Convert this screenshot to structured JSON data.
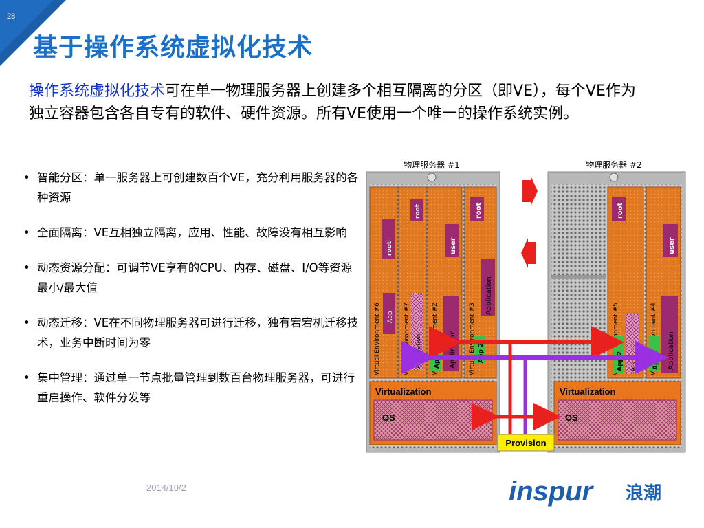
{
  "slide": {
    "page_number": "28",
    "title": "基于操作系统虚拟化技术",
    "intro_highlight": "操作系统虚拟化技术",
    "intro_rest": "可在单一物理服务器上创建多个相互隔离的分区（即VE），每个VE作为独立容器包含各自专有的软件、硬件资源。所有VE使用一个唯一的操作系统实例。",
    "bullet_symbol": "•",
    "bullets": [
      "智能分区：单一服务器上可创建数百个VE，充分利用服务器的各种资源",
      "全面隔离：VE互相独立隔离，应用、性能、故障没有相互影响",
      "动态资源分配：可调节VE享有的CPU、内存、磁盘、I/O等资源最小/最大值",
      "动态迁移：VE在不同物理服务器可进行迁移，独有宕宕机迁移技术，业务中断时间为零",
      "集中管理：通过单一节点批量管理到数百台物理服务器，可进行重启操作、软件分发等"
    ],
    "date": "2014/10/2"
  },
  "logo": {
    "latin": "inspur",
    "chinese": "浪潮",
    "color": "#1b5fae"
  },
  "diagram": {
    "server1_label": "物理服务器 #1",
    "server2_label": "物理服务器 #2",
    "virtualization_label": "Virtualization",
    "os_label": "OS",
    "provision_label": "Provision",
    "ve_labels": {
      "ve6": "Virtual Environment #6",
      "ve7": "Virtual Environment #7",
      "ve2": "Virtual Environment #2",
      "ve3": "Virtual Environment #3",
      "ve5": "Virtual Environment #5",
      "ve4": "Virtual Environment #4"
    },
    "tags": {
      "root": "root",
      "user": "user",
      "app": "App",
      "app2": "App 2",
      "application": "Application"
    },
    "colors": {
      "accent_blue": "#1a6fc9",
      "ve_orange": "#e07820",
      "ve_border": "#9a4a10",
      "magenta": "#9c2a6e",
      "arrow_red": "#e8211f",
      "arrow_purple": "#9b30e0",
      "green": "#3cc04a",
      "provision_yellow": "#ffee00"
    }
  }
}
